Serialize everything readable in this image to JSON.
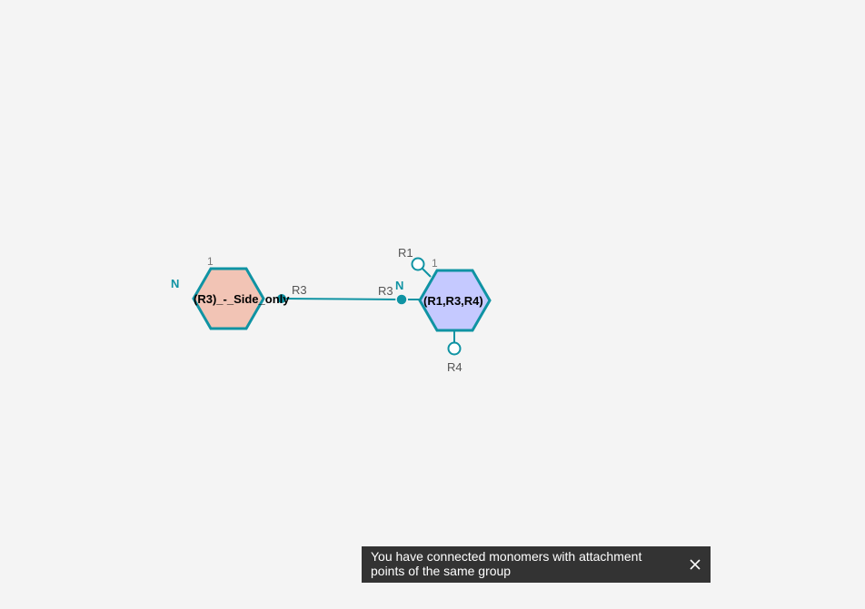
{
  "canvas": {
    "monomers": [
      {
        "id": "m1",
        "label": "(R3)_-_Side_only",
        "index_label": "1",
        "terminal_label": "N",
        "fill": "#f2c4b5",
        "stroke": "#0f93a3"
      },
      {
        "id": "m2",
        "label": "(R1,R3,R4)",
        "index_label": "1",
        "terminal_label": "N",
        "fill": "#c5c9ff",
        "stroke": "#0f93a3"
      }
    ],
    "bond": {
      "color": "#0f93a3",
      "start_ap": "R3",
      "end_ap": "R3"
    },
    "attachment_points": {
      "m2_r1": "R1",
      "m2_r4": "R4"
    }
  },
  "notification": {
    "message": "You have connected monomers with attachment points of the same group",
    "close_icon": "close-icon"
  },
  "colors": {
    "background": "#f4f4f4",
    "accent": "#0f93a3",
    "toast_bg": "#333333"
  }
}
